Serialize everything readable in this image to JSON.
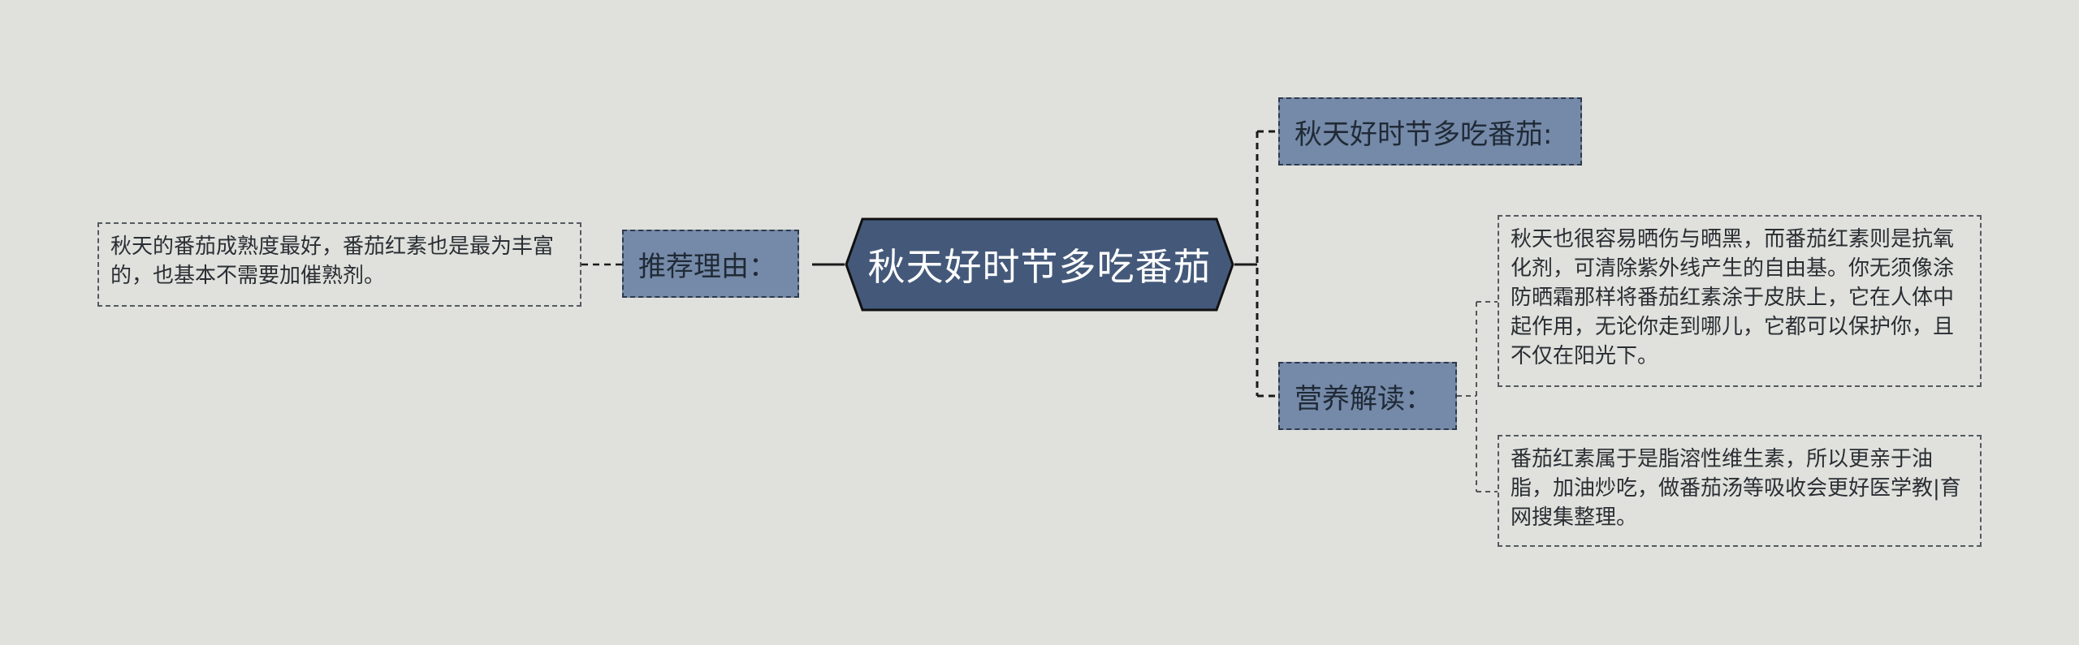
{
  "root": {
    "label": "秋天好时节多吃番茄"
  },
  "left": {
    "branch": {
      "label": "推荐理由："
    },
    "leaf": {
      "text": "秋天的番茄成熟度最好，番茄红素也是最为丰富的，也基本不需要加催熟剂。"
    }
  },
  "right": {
    "branch_top": {
      "label": "秋天好时节多吃番茄:"
    },
    "branch_nutrition": {
      "label": "营养解读："
    },
    "leaf_1": {
      "text": "秋天也很容易晒伤与晒黑，而番茄红素则是抗氧化剂，可清除紫外线产生的自由基。你无须像涂防晒霜那样将番茄红素涂于皮肤上，它在人体中起作用，无论你走到哪儿，它都可以保护你，且不仅在阳光下。"
    },
    "leaf_2": {
      "text": "番茄红素属于是脂溶性维生素，所以更亲于油脂，加油炒吃，做番茄汤等吸收会更好医学教|育网搜集整理。"
    }
  },
  "colors": {
    "background": "#e0e1dd",
    "root_fill": "#44597a",
    "branch_fill": "#7589a8",
    "line": "#1a1a1a"
  }
}
